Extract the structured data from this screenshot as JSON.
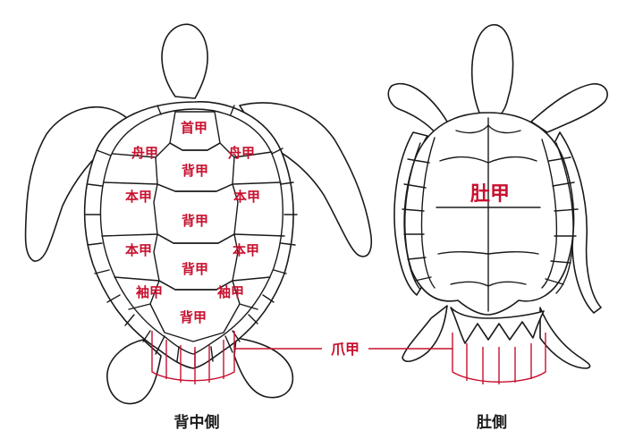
{
  "colors": {
    "outline": "#1a1a1a",
    "accent": "#c8102e",
    "background": "#ffffff"
  },
  "dorsal": {
    "caption": "背中側",
    "scutes": {
      "nuchal": "首甲",
      "neural": "背甲",
      "costal": "本甲",
      "marginal_boat": "舟甲",
      "marginal_sleeve": "袖甲"
    }
  },
  "ventral": {
    "caption": "肚側",
    "plastron": "肚甲"
  },
  "shared": {
    "tail_claw": "爪甲"
  }
}
